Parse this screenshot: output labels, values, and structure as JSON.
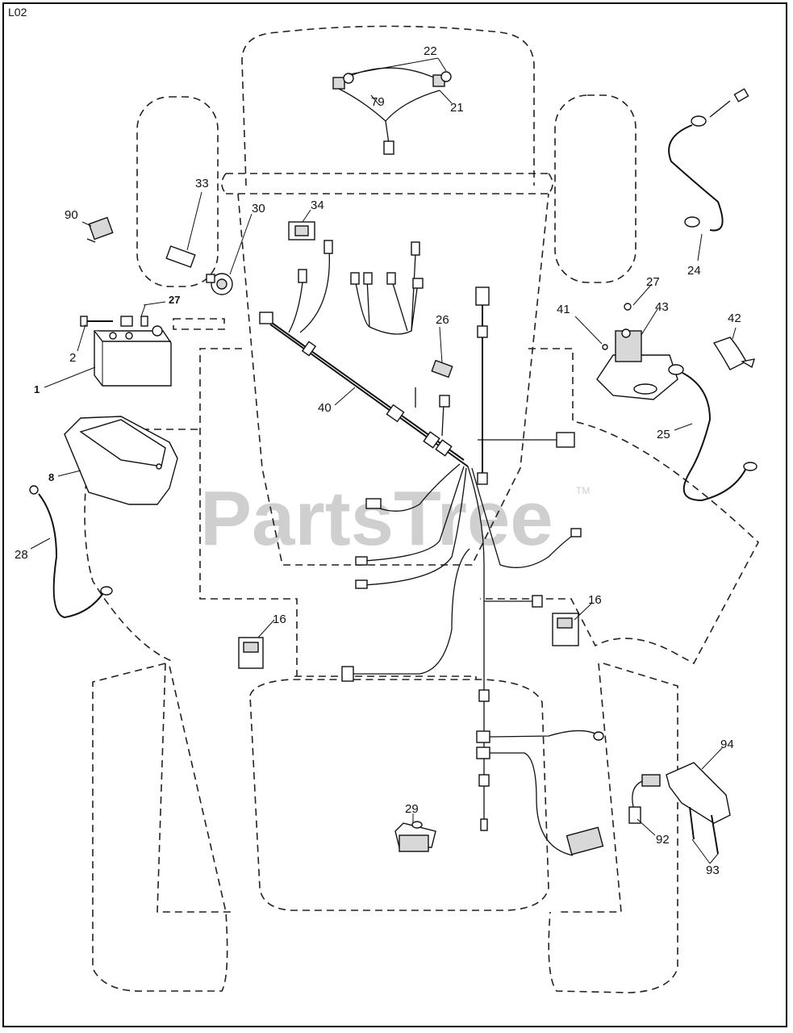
{
  "sheet_id": "L02",
  "watermark": {
    "text": "PartsTree",
    "mark": "TM"
  },
  "callouts": [
    {
      "id": "c1",
      "label": "1",
      "bold": true
    },
    {
      "id": "c2",
      "label": "2",
      "bold": false
    },
    {
      "id": "c8",
      "label": "8",
      "bold": true
    },
    {
      "id": "c16a",
      "label": "16",
      "bold": false
    },
    {
      "id": "c16b",
      "label": "16",
      "bold": false
    },
    {
      "id": "c21",
      "label": "21",
      "bold": false
    },
    {
      "id": "c22",
      "label": "22",
      "bold": false
    },
    {
      "id": "c24",
      "label": "24",
      "bold": false
    },
    {
      "id": "c25",
      "label": "25",
      "bold": false
    },
    {
      "id": "c26",
      "label": "26",
      "bold": false
    },
    {
      "id": "c27a",
      "label": "27",
      "bold": true
    },
    {
      "id": "c27b",
      "label": "27",
      "bold": false
    },
    {
      "id": "c28",
      "label": "28",
      "bold": false
    },
    {
      "id": "c29",
      "label": "29",
      "bold": false
    },
    {
      "id": "c30",
      "label": "30",
      "bold": false
    },
    {
      "id": "c33",
      "label": "33",
      "bold": false
    },
    {
      "id": "c34",
      "label": "34",
      "bold": false
    },
    {
      "id": "c40",
      "label": "40",
      "bold": false
    },
    {
      "id": "c41",
      "label": "41",
      "bold": false
    },
    {
      "id": "c42",
      "label": "42",
      "bold": false
    },
    {
      "id": "c43",
      "label": "43",
      "bold": false
    },
    {
      "id": "c79",
      "label": "79",
      "bold": false
    },
    {
      "id": "c90",
      "label": "90",
      "bold": false
    },
    {
      "id": "c92",
      "label": "92",
      "bold": false
    },
    {
      "id": "c93",
      "label": "93",
      "bold": false
    },
    {
      "id": "c94",
      "label": "94",
      "bold": false
    }
  ]
}
